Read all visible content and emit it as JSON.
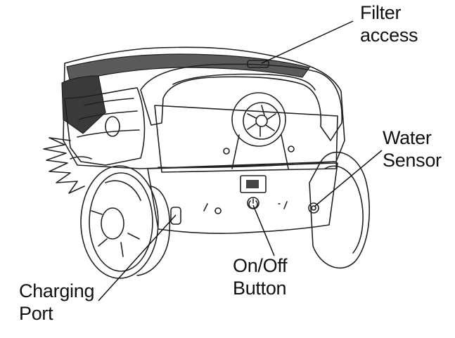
{
  "callouts": {
    "filter_access": {
      "line1": "Filter",
      "line2": "access"
    },
    "water_sensor": {
      "line1": "Water",
      "line2": "Sensor"
    },
    "on_off_button": {
      "line1": "On/Off",
      "line2": "Button"
    },
    "charging_port": {
      "line1": "Charging",
      "line2": "Port"
    }
  },
  "colors": {
    "outline": "#222222",
    "shade": "#d9d9d9",
    "shade_light": "#ececec",
    "background": "#ffffff"
  }
}
